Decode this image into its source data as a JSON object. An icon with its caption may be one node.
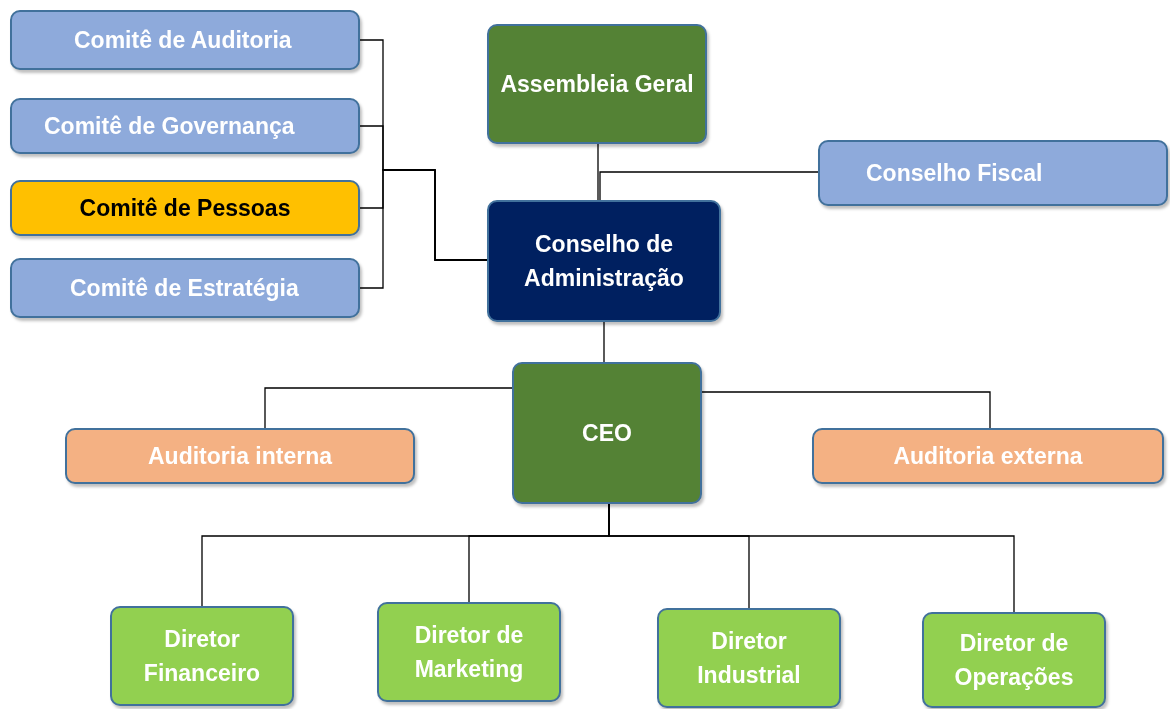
{
  "diagram": {
    "nodes": [
      {
        "text": [
          "Comitê de Auditoria"
        ]
      },
      {
        "text": [
          "Comitê de Governança"
        ]
      },
      {
        "text": [
          "Comitê de Pessoas"
        ]
      },
      {
        "text": [
          "Comitê de Estratégia"
        ]
      },
      {
        "text": [
          "Assembleia Geral"
        ]
      },
      {
        "text": [
          "Conselho Fiscal"
        ]
      },
      {
        "text": [
          "Conselho de Administração"
        ]
      },
      {
        "text": [
          "CEO"
        ]
      },
      {
        "text": [
          "Auditoria interna"
        ]
      },
      {
        "text": [
          "Auditoria externa"
        ]
      },
      {
        "text": [
          "Diretor Financeiro"
        ]
      },
      {
        "text": [
          "Diretor de Marketing"
        ]
      },
      {
        "text": [
          "Diretor Industrial"
        ]
      },
      {
        "text": [
          "Diretor de Operações"
        ]
      }
    ],
    "edges": [
      {
        "from": 0,
        "to": 6,
        "arrow": "none"
      },
      {
        "from": 1,
        "to": 6,
        "arrow": "none"
      },
      {
        "from": 2,
        "to": 6,
        "arrow": "none"
      },
      {
        "from": 3,
        "to": 6,
        "arrow": "none"
      },
      {
        "from": 4,
        "to": 6,
        "arrow": "none"
      },
      {
        "from": 6,
        "to": 5,
        "arrow": "none"
      },
      {
        "from": 6,
        "to": 7,
        "arrow": "none"
      },
      {
        "from": 7,
        "to": 8,
        "arrow": "none"
      },
      {
        "from": 7,
        "to": 9,
        "arrow": "none"
      },
      {
        "from": 7,
        "to": 10,
        "arrow": "none"
      },
      {
        "from": 7,
        "to": 11,
        "arrow": "none"
      },
      {
        "from": 7,
        "to": 12,
        "arrow": "none"
      },
      {
        "from": 7,
        "to": 13,
        "arrow": "none"
      }
    ]
  }
}
